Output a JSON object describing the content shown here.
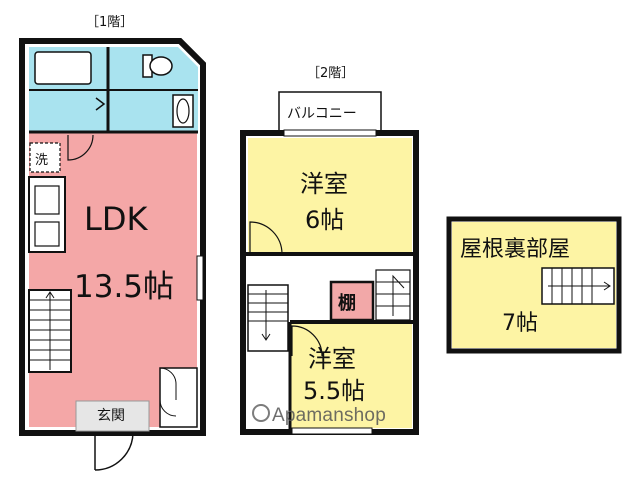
{
  "floor1": {
    "label": "［1階］",
    "ldk_label": "LDK",
    "ldk_size": "13.5帖",
    "wash_label": "洗",
    "entrance_label": "玄関"
  },
  "floor2": {
    "label": "［2階］",
    "balcony_label": "バルコニー",
    "room1_label": "洋室",
    "room1_size": "6帖",
    "room2_label": "洋室",
    "room2_size": "5.5帖",
    "closet_label": "棚"
  },
  "attic": {
    "label": "屋根裏部屋",
    "size": "7帖"
  },
  "watermark": "Apamanshop",
  "colors": {
    "ldk": "#f4a7a7",
    "wet_area": "#a9e3ef",
    "western_room": "#fdf4a4",
    "closet": "#f2a8a8",
    "hall": "#ffffff",
    "wall": "#111111"
  }
}
